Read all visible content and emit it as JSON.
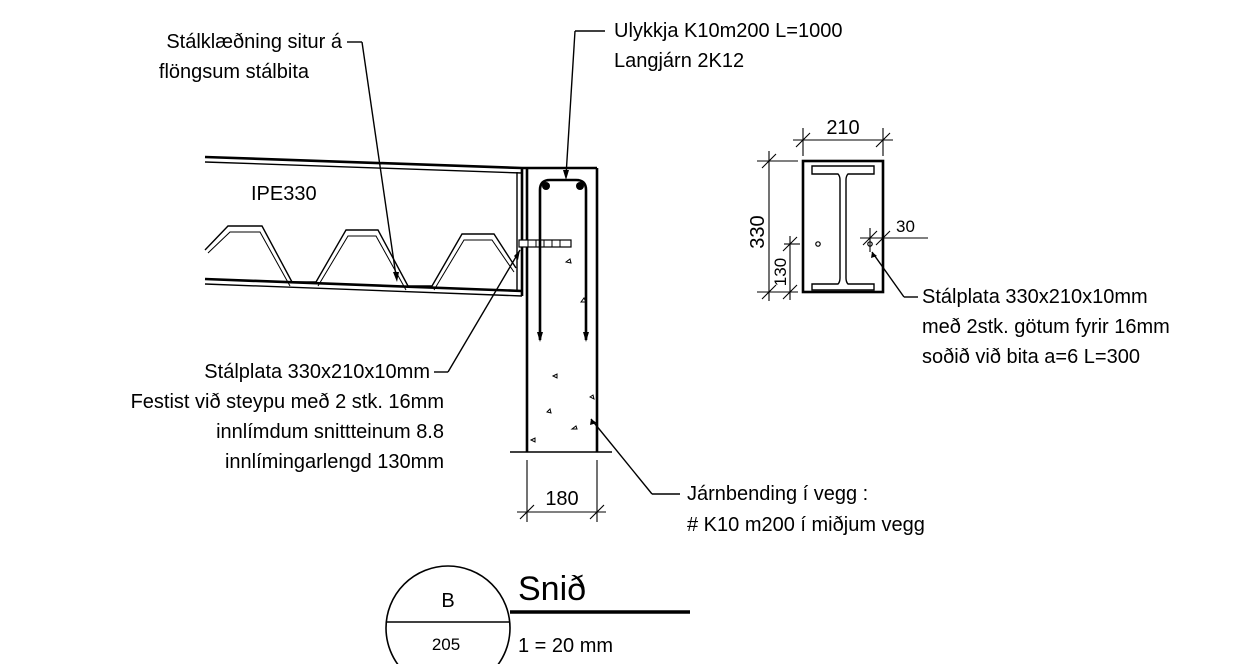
{
  "notes": {
    "cladding_line1": "Stálklæðning situr á",
    "cladding_line2": "flöngsum stálbita",
    "stirrup_line1": "Ulykkja K10m200 L=1000",
    "stirrup_line2": "Langjárn 2K12",
    "beam_label": "IPE330",
    "plate_left_line1": "Stálplata  330x210x10mm",
    "plate_left_line2": "Festist við steypu með 2 stk. 16mm",
    "plate_left_line3": "innlímdum snittteinum 8.8",
    "plate_left_line4": "innlímingarlengd  130mm",
    "rebar_line1": "Járnbending í vegg :",
    "rebar_line2": "# K10 m200 í miðjum vegg",
    "plate_right_line1": "Stálplata 330x210x10mm",
    "plate_right_line2": "með 2stk. götum fyrir 16mm",
    "plate_right_line3": "soðið við bita a=6 L=300"
  },
  "dimensions": {
    "wall_width": "180",
    "plate_width": "210",
    "plate_height": "330",
    "hole_height": "130",
    "edge_distance": "30"
  },
  "title_block": {
    "detail_letter": "B",
    "sheet_number": "205",
    "title": "Snið",
    "scale": "1 = 20 mm"
  }
}
